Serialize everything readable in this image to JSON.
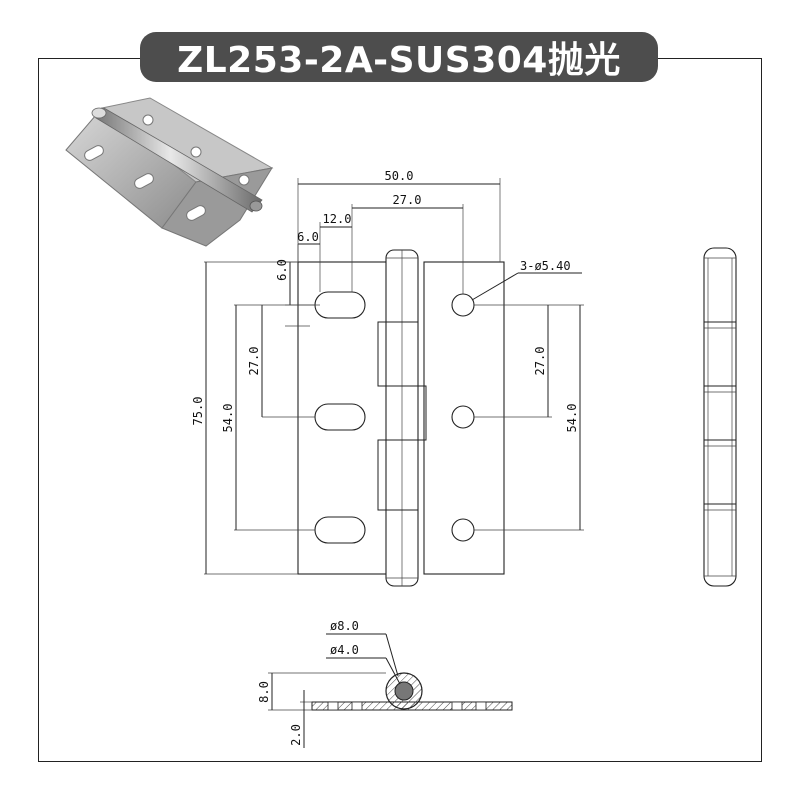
{
  "title": "ZL253-2A-SUS304抛光",
  "front_view_dims": {
    "overall_width": "50.0",
    "hole_offset": "27.0",
    "slot_length": "12.0",
    "slot_edge": "6.0",
    "slot_top": "6.0",
    "hole_spec": "3-ø5.40",
    "pitch_left": "27.0",
    "span_left": "54.0",
    "height": "75.0",
    "pitch_right": "27.0",
    "span_right": "54.0"
  },
  "section_dims": {
    "pin_outer": "ø8.0",
    "pin_inner": "ø4.0",
    "knuckle_height": "8.0",
    "leaf_thickness": "2.0"
  },
  "colors": {
    "title_bg": "#4d4d4d",
    "title_text": "#ffffff",
    "line": "#222222"
  }
}
